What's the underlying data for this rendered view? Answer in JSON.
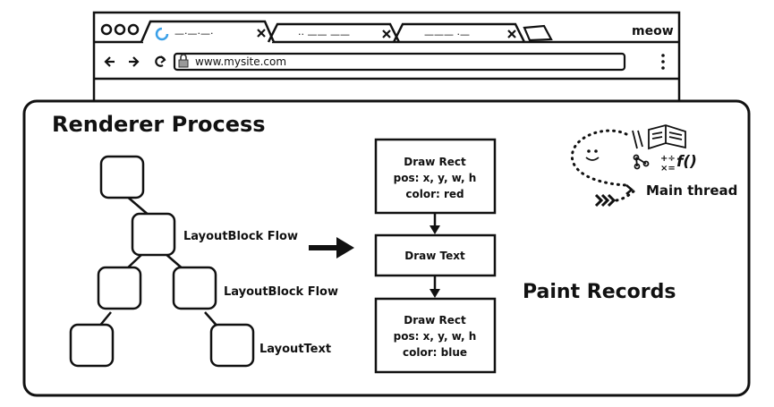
{
  "browser": {
    "brand": "meow",
    "url": "www.mysite.com",
    "tabs": [
      {
        "label": "—·—·—·"
      },
      {
        "label": "·· —— ——"
      },
      {
        "label": "——— ·—"
      }
    ],
    "icons": [
      "traffic-lights-icon",
      "loading-spinner-icon",
      "close-icon",
      "back-arrow-icon",
      "forward-arrow-icon",
      "reload-icon",
      "lock-icon",
      "kebab-menu-icon",
      "new-tab-icon"
    ]
  },
  "renderer": {
    "title": "Renderer Process",
    "layout_labels": {
      "flow_1": "LayoutBlock Flow",
      "flow_2": "LayoutBlock Flow",
      "text": "LayoutText"
    },
    "paint_records": {
      "heading": "Paint Records",
      "record_1": {
        "line1": "Draw Rect",
        "line2": "pos: x, y, w, h",
        "line3": "color: red"
      },
      "record_2": {
        "line1": "Draw Text"
      },
      "record_3": {
        "line1": "Draw Rect",
        "line2": "pos: x, y, w, h",
        "line3": "color: blue"
      }
    },
    "main_thread": {
      "label": "Main thread",
      "glyph": "f()",
      "math": "+÷\n×="
    }
  }
}
